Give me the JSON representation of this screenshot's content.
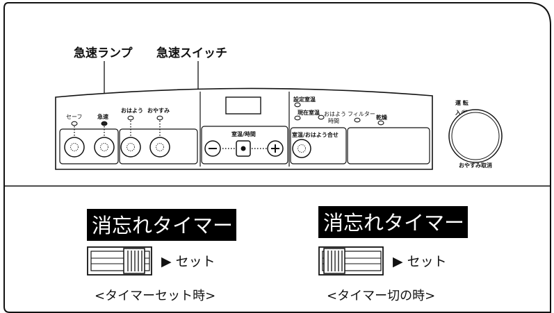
{
  "callouts": {
    "rapid_lamp": "急速ランプ",
    "rapid_switch": "急速スイッチ"
  },
  "panel_labels": {
    "safe": "セーフ",
    "rapid": "急速",
    "ohayou": "おはよう",
    "oyasumi": "おやすみ",
    "temp_time": "室温/時間",
    "setting_temp": "設定室温",
    "current_temp": "現在室温",
    "ohayou_time_1": "おはよう",
    "ohayou_time_2": "時間",
    "filter": "フィルター",
    "drying": "乾燥",
    "room_temp_ohayou": "室温/おはよう合せ",
    "run_1": "運 転",
    "run_2": "入/切",
    "oyasumi_cancel": "おやすみ取消"
  },
  "timer_panels": [
    {
      "title": "消忘れタイマー",
      "set_label": "▶ セット",
      "caption": "<タイマーセット時>",
      "switch_state": "set"
    },
    {
      "title": "消忘れタイマー",
      "set_label": "▶ セット",
      "caption": "<タイマー切の時>",
      "switch_state": "off"
    }
  ]
}
